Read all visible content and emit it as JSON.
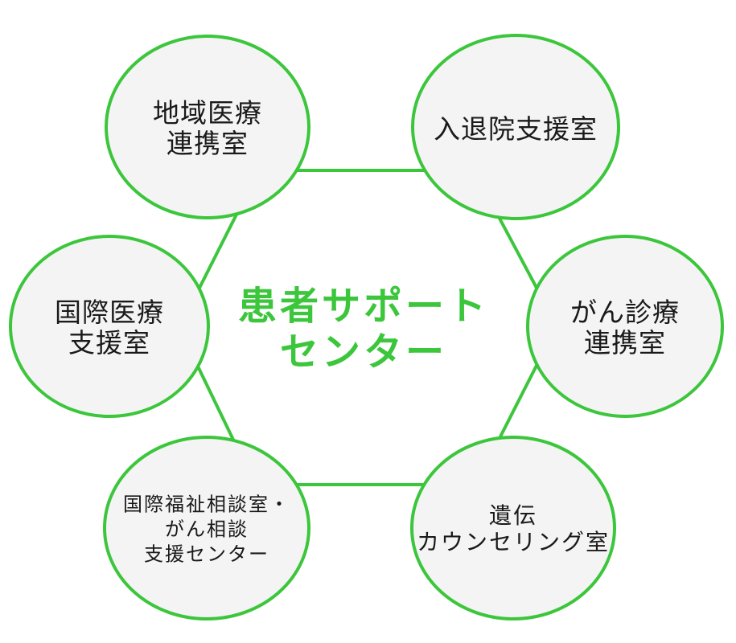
{
  "title": {
    "lines": [
      "患者サポート",
      "センター"
    ]
  },
  "nodes": [
    {
      "name": "regional-medical-cooperation-office",
      "lines": [
        "地域医療",
        "連携室"
      ]
    },
    {
      "name": "admission-discharge-support-office",
      "lines": [
        "入退院支援室"
      ]
    },
    {
      "name": "international-medical-support-office",
      "lines": [
        "国際医療",
        "支援室"
      ]
    },
    {
      "name": "cancer-treatment-cooperation-office",
      "lines": [
        "がん診療",
        "連携室"
      ]
    },
    {
      "name": "welfare-consultation-cancer-support-center",
      "lines": [
        "国際福祉相談室・",
        "がん相談",
        "支援センター"
      ]
    },
    {
      "name": "genetic-counseling-office",
      "lines": [
        "遺伝",
        "カウンセリング室"
      ]
    }
  ],
  "colors": {
    "accent_green": "#3cc63c",
    "circle_fill": "#f4f4f4",
    "label_text": "#1a1a1a",
    "background": "#ffffff"
  }
}
